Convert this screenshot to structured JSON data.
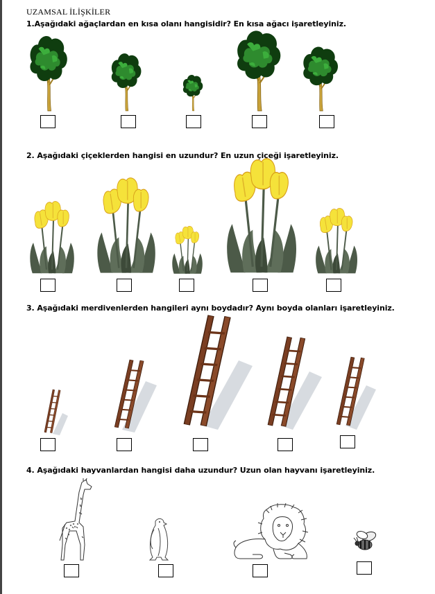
{
  "worksheet": {
    "title": "UZAMSAL İLİŞKİLER",
    "q1": "1.Aşağıdaki ağaçlardan en kısa olanı hangisidir? En kısa ağacı işaretleyiniz.",
    "q2": "2. Aşağıdaki çiçeklerden hangisi en uzundur? En uzun çiçeği işaretleyiniz.",
    "q3": "3. Aşağıdaki merdivenlerden hangileri aynı boydadır? Aynı boyda olanları işaretleyiniz.",
    "q4": "4. Aşağıdaki hayvanlardan hangisi daha uzundur? Uzun olan hayvanı işaretleyiniz."
  },
  "colors": {
    "tree_green": "#2e8b2e",
    "tree_dark": "#0f3d0f",
    "trunk": "#c8a23a",
    "tulip_yellow": "#f5e23a",
    "tulip_orange": "#d9a01a",
    "leaf_dark": "#4c5a48",
    "ladder_brown": "#7a3e22",
    "shadow": "#d7dbe0"
  }
}
